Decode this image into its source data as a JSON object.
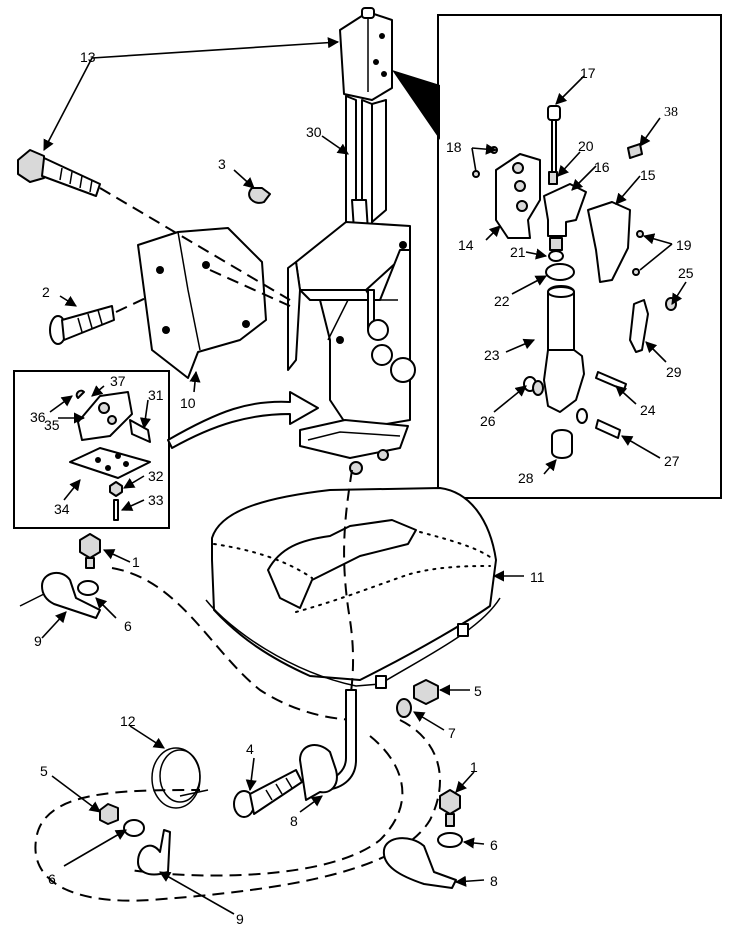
{
  "callouts": {
    "c13": "13",
    "c3": "3",
    "c30": "30",
    "c2": "2",
    "c10": "10",
    "c18": "18",
    "c17": "17",
    "c20": "20",
    "c16": "16",
    "c15": "15",
    "c38": "38",
    "c14": "14",
    "c21": "21",
    "c19": "19",
    "c25": "25",
    "c22": "22",
    "c23": "23",
    "c29": "29",
    "c26": "26",
    "c24": "24",
    "c27": "27",
    "c28": "28",
    "c37": "37",
    "c36": "36",
    "c31": "31",
    "c35": "35",
    "c34": "34",
    "c32": "32",
    "c33": "33",
    "c1a": "1",
    "c6a": "6",
    "c9a": "9",
    "c11": "11",
    "c5a": "5",
    "c7": "7",
    "c12": "12",
    "c4": "4",
    "c5b": "5",
    "c8a": "8",
    "c1b": "1",
    "c6b": "6",
    "c8b": "8",
    "c6c": "6",
    "c9b": "9"
  }
}
